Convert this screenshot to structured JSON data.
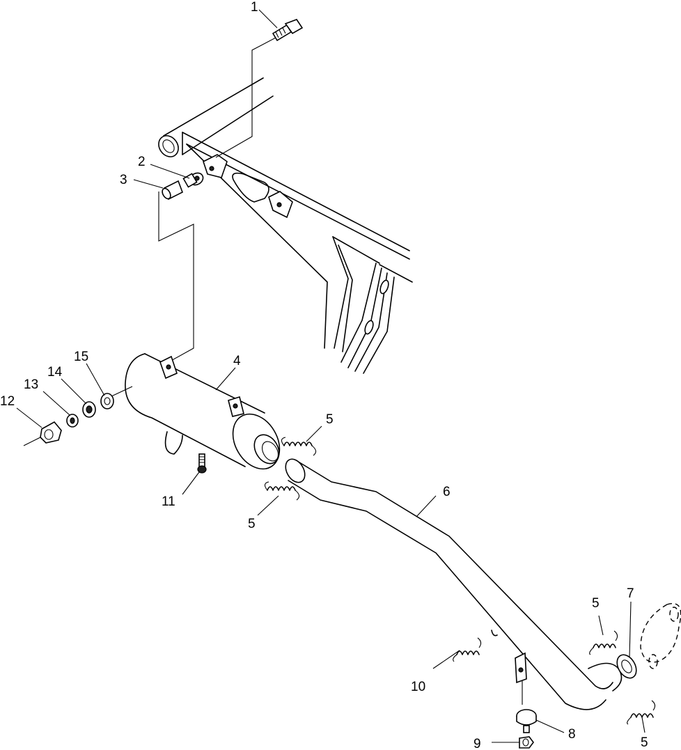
{
  "labels": {
    "p1": "1",
    "p2": "2",
    "p3": "3",
    "p4": "4",
    "p5a": "5",
    "p5b": "5",
    "p5c": "5",
    "p5d": "5",
    "p6": "6",
    "p7": "7",
    "p8": "8",
    "p9": "9",
    "p10": "10",
    "p11": "11",
    "p12": "12",
    "p13": "13",
    "p14": "14",
    "p15": "15"
  }
}
